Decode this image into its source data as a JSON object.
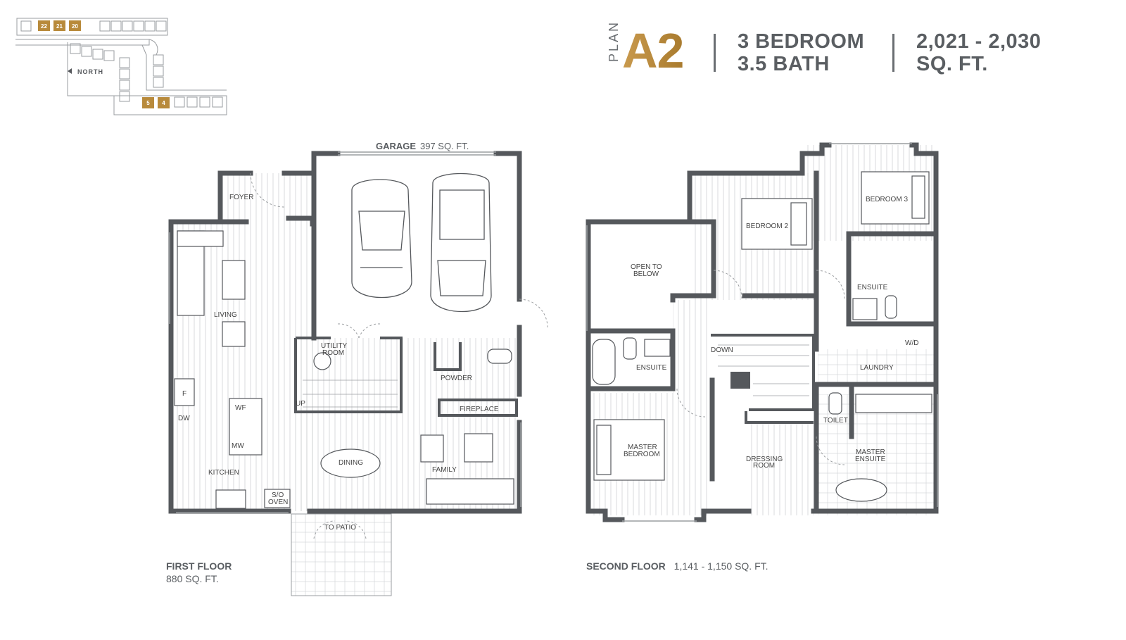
{
  "header": {
    "plan_word": "PLAN",
    "plan_code": "A2",
    "bedrooms": "3 BEDROOM",
    "baths": "3.5 BATH",
    "area_range": "2,021 - 2,030",
    "area_unit": "SQ. FT."
  },
  "keymap": {
    "north_label": "NORTH",
    "highlighted_units_top": [
      "22",
      "21",
      "20"
    ],
    "highlighted_units_bottom": [
      "5",
      "4"
    ]
  },
  "first_floor": {
    "title": "FIRST FLOOR",
    "area": "880 SQ. FT.",
    "garage_label": "GARAGE",
    "garage_area": "397 SQ. FT.",
    "rooms": {
      "foyer": "FOYER",
      "living": "LIVING",
      "utility_1": "UTILITY",
      "utility_2": "ROOM",
      "powder": "POWDER",
      "up": "UP",
      "fireplace": "FIREPLACE",
      "fridge": "F",
      "wf": "WF",
      "dw": "DW",
      "mw": "MW",
      "dining": "DINING",
      "family": "FAMILY",
      "kitchen": "KITCHEN",
      "oven_1": "S/O",
      "oven_2": "OVEN",
      "patio": "TO PATIO"
    }
  },
  "second_floor": {
    "title": "SECOND FLOOR",
    "area": "1,141 - 1,150 SQ. FT.",
    "rooms": {
      "open_1": "OPEN TO",
      "open_2": "BELOW",
      "bedroom2": "BEDROOM 2",
      "bedroom3": "BEDROOM 3",
      "ensuite_b3": "ENSUITE",
      "ensuite_hall": "ENSUITE",
      "down": "DOWN",
      "wd": "W/D",
      "laundry": "LAUNDRY",
      "toilet": "TOILET",
      "master_1": "MASTER",
      "master_2": "BEDROOM",
      "dressing_1": "DRESSING",
      "dressing_2": "ROOM",
      "mensuite_1": "MASTER",
      "mensuite_2": "ENSUITE"
    }
  },
  "colors": {
    "wall": "#55585c",
    "gold": "#b88a3b",
    "text": "#5a5e62",
    "line": "#9a9da0"
  }
}
